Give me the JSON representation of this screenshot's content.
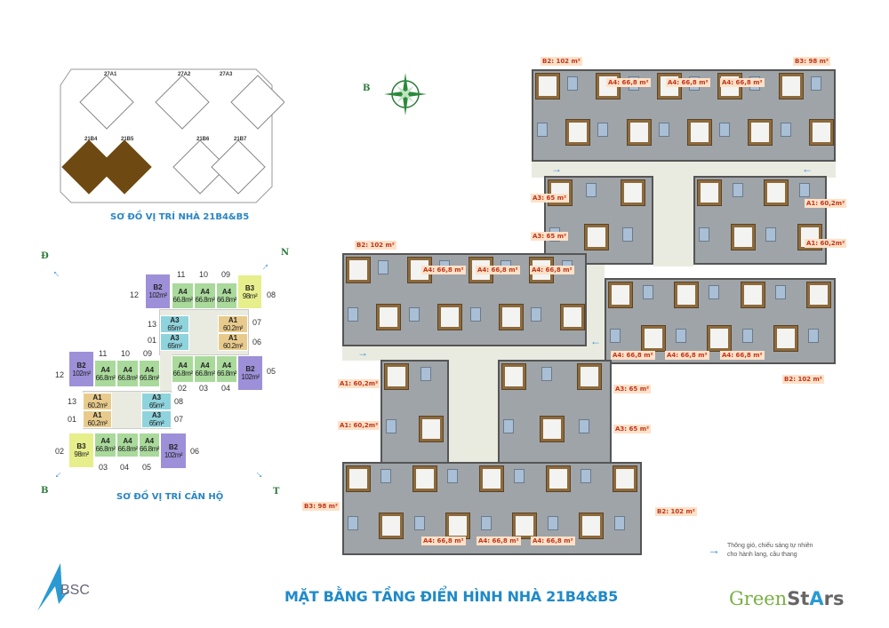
{
  "site_map": {
    "caption": "SƠ ĐỒ VỊ TRÍ NHÀ 21B4&B5",
    "buildings": [
      "27A1",
      "27A2",
      "27A3",
      "21B4",
      "21B5",
      "21B6",
      "21B7"
    ],
    "highlight_color": "#6e4a12"
  },
  "unit_map": {
    "caption": "SƠ ĐỒ VỊ TRÍ CĂN HỘ",
    "directions": {
      "top_left": "Đ",
      "top_right": "N",
      "bottom_left": "B",
      "bottom_right": "T"
    },
    "tiles": [
      {
        "type": "B2",
        "area": "102m²"
      },
      {
        "type": "A4",
        "area": "66.8m²"
      },
      {
        "type": "A4",
        "area": "66.8m²"
      },
      {
        "type": "A4",
        "area": "66.8m²"
      },
      {
        "type": "B3",
        "area": "98m²"
      },
      {
        "type": "A3",
        "area": "65m²"
      },
      {
        "type": "A3",
        "area": "65m²"
      },
      {
        "type": "A1",
        "area": "60.2m²"
      },
      {
        "type": "A1",
        "area": "60.2m²"
      },
      {
        "type": "B2",
        "area": "102m²"
      },
      {
        "type": "A4",
        "area": "66.8m²"
      },
      {
        "type": "A4",
        "area": "66.8m²"
      },
      {
        "type": "A4",
        "area": "66.8m²"
      },
      {
        "type": "A4",
        "area": "66.8m²"
      },
      {
        "type": "A4",
        "area": "66.8m²"
      },
      {
        "type": "A4",
        "area": "66.8m²"
      },
      {
        "type": "B2",
        "area": "102m²"
      },
      {
        "type": "A1",
        "area": "60.2m²"
      },
      {
        "type": "A1",
        "area": "60.2m²"
      },
      {
        "type": "A3",
        "area": "65m²"
      },
      {
        "type": "A3",
        "area": "65m²"
      },
      {
        "type": "B3",
        "area": "98m²"
      },
      {
        "type": "A4",
        "area": "66.8m²"
      },
      {
        "type": "A4",
        "area": "66.8m²"
      },
      {
        "type": "A4",
        "area": "66.8m²"
      },
      {
        "type": "B2",
        "area": "102m²"
      }
    ],
    "numbers": [
      "11",
      "10",
      "09",
      "12",
      "08",
      "13",
      "01",
      "07",
      "06",
      "11",
      "10",
      "09",
      "12",
      "02",
      "03",
      "04",
      "05",
      "13",
      "01",
      "08",
      "07",
      "02",
      "06",
      "03",
      "04",
      "05"
    ],
    "colors": {
      "A1": "#e8cb8c",
      "A3": "#8fd3dd",
      "A4": "#a9da9b",
      "B2": "#9d90d8",
      "B3": "#e7ee8c"
    }
  },
  "floor_plan": {
    "compass_label": "B",
    "unit_labels": [
      "B2: 102 m²",
      "B3: 98 m²",
      "A4: 66,8 m²",
      "A4: 66,8 m²",
      "A4: 66,8 m²",
      "A3: 65 m²",
      "A3: 65 m²",
      "A1: 60,2m²",
      "A1: 60,2m²",
      "B2: 102 m²",
      "A4: 66,8 m²",
      "A4: 66,8 m²",
      "A4: 66,8 m²",
      "A4: 66,8 m²",
      "A4: 66,8 m²",
      "A4: 66,8 m²",
      "B2: 102 m²",
      "A1: 60,2m²",
      "A1: 60,2m²",
      "A3: 65 m²",
      "A3: 65 m²",
      "B3: 98 m²",
      "B2: 102 m²",
      "A4: 66,8 m²",
      "A4: 66,8 m²",
      "A4: 66,8 m²"
    ]
  },
  "legend": {
    "text_line1": "Thông gió, chiếu sáng tự nhiên",
    "text_line2": "cho hành lang, cầu thang"
  },
  "title": "MẶT BẰNG TẦNG ĐIỂN HÌNH NHÀ 21B4&B5",
  "logos": {
    "left": "BSC",
    "right_green": "Green",
    "right_gray": "St",
    "right_star": "A",
    "right_tail": "rs"
  }
}
